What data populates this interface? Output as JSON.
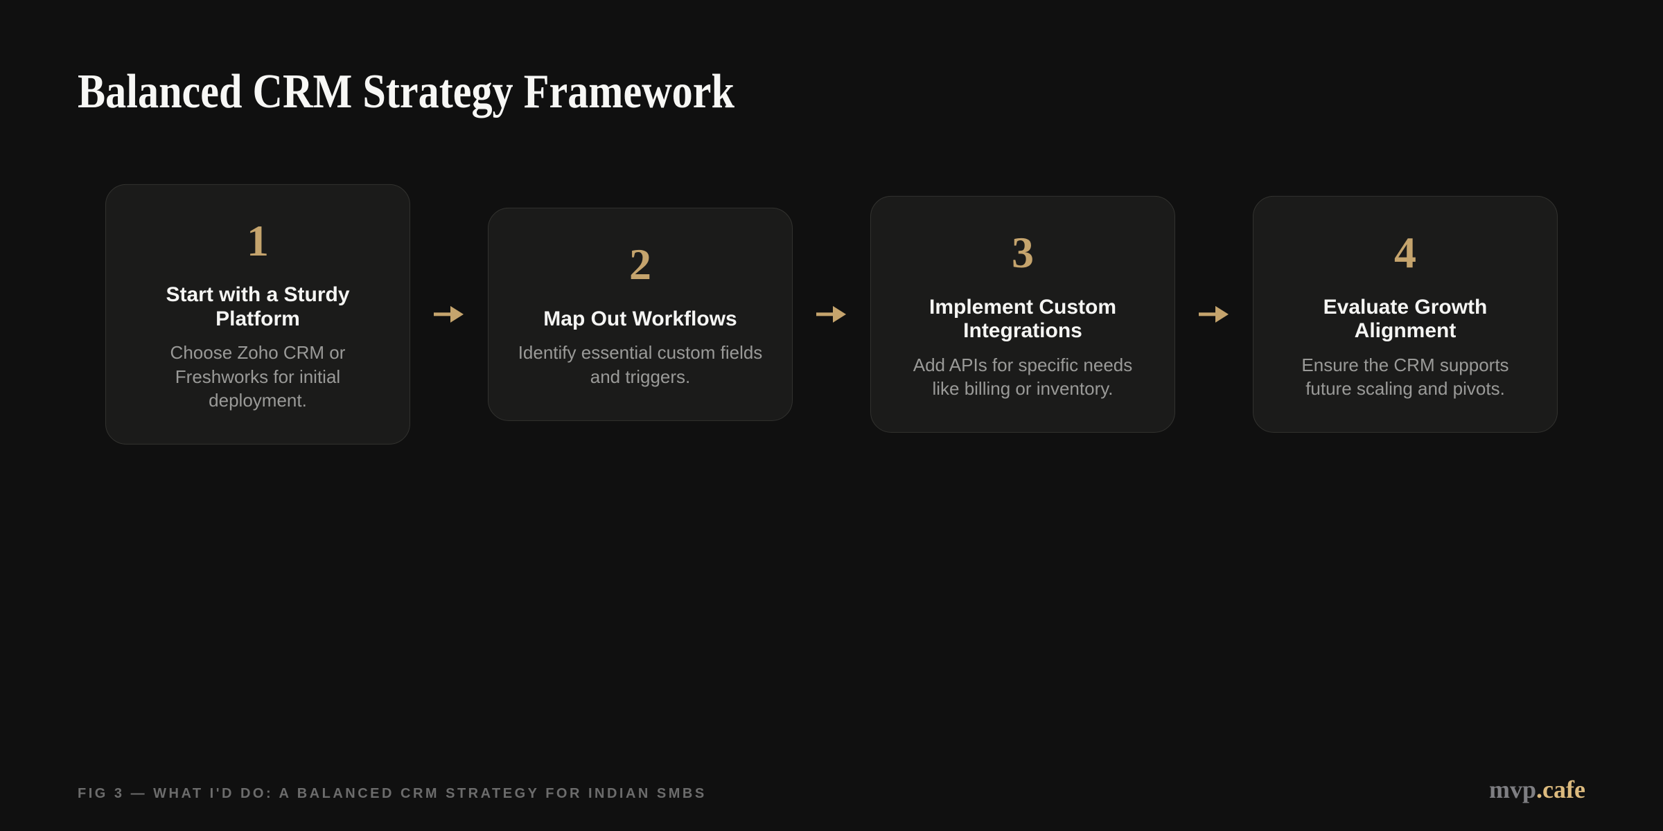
{
  "title": "Balanced CRM Strategy Framework",
  "steps": [
    {
      "number": "1",
      "title": "Start with a Sturdy Platform",
      "description": "Choose Zoho CRM or Freshworks for initial deployment."
    },
    {
      "number": "2",
      "title": "Map Out Workflows",
      "description": "Identify essential custom fields and triggers."
    },
    {
      "number": "3",
      "title": "Implement Custom Integrations",
      "description": "Add APIs for specific needs like billing or inventory."
    },
    {
      "number": "4",
      "title": "Evaluate Growth Alignment",
      "description": "Ensure the CRM supports future scaling and pivots."
    }
  ],
  "icons": {
    "between_steps": "right-arrow-icon"
  },
  "footer": {
    "caption": "FIG 3 — WHAT I'D DO: A BALANCED CRM STRATEGY FOR INDIAN SMBS",
    "brand_primary": "mvp",
    "brand_accent": ".cafe"
  },
  "colors": {
    "background": "#101010",
    "card_background": "#1b1b1a",
    "card_border": "#32322f",
    "accent_gold": "#c5a46d",
    "brand_gold": "#dcba7e",
    "heading_white": "#f7f7f5",
    "description_gray": "#9a9a98",
    "caption_gray": "#6c6c6c"
  }
}
